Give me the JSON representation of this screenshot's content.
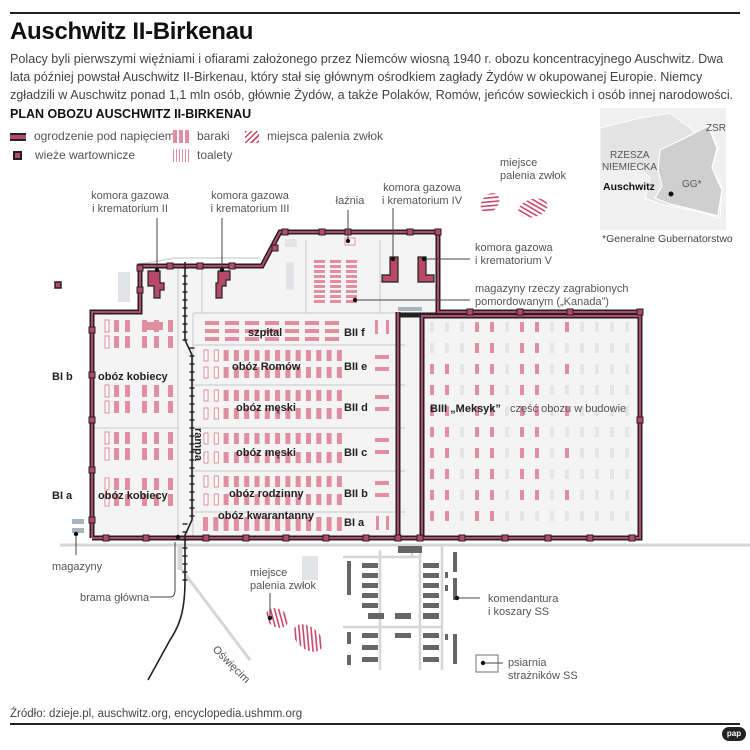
{
  "title": "Auschwitz II-Birkenau",
  "lead": "Polacy byli pierwszymi więźniami i ofiarami założonego przez Niemców wiosną 1940 r. obozu koncentracyjnego Auschwitz. Dwa lata później powstał Auschwitz II-Birkenau, który stał się głównym ośrodkiem zagłady Żydów w okupowanej Europie. Niemcy zgładzili w Auschwitz ponad 1,1 mln osób, głównie Żydów, a także Polaków, Romów, jeńców sowieckich i osób innej narodowości.",
  "plan_title": "PLAN OBOZU AUSCHWITZ II-BIRKENAU",
  "legend": {
    "fence": "ogrodzenie pod napięciem",
    "towers": "wieże wartownicze",
    "barracks": "baraki",
    "toilets": "toalety",
    "burning": "miejsca palenia zwłok"
  },
  "colors": {
    "barrack": "#e08ea0",
    "fence_inner": "#b8496b",
    "fence_outer": "#222222",
    "ground": "#f3f3f3",
    "road": "#d0d0d0",
    "ss_building": "#666666"
  },
  "inset": {
    "zsrs": "ZSRS",
    "rzesza_1": "RZESZA",
    "rzesza_2": "NIEMIECKA",
    "gg": "GG*",
    "auschwitz": "Auschwitz",
    "caption": "*Generalne Gubernatorstwo"
  },
  "annotations": {
    "k2_1": "komora gazowa",
    "k2_2": "i krematorium II",
    "k3_1": "komora gazowa",
    "k3_2": "i krematorium III",
    "laznia": "łaźnia",
    "k4_1": "komora gazowa",
    "k4_2": "i krematorium IV",
    "k5_1": "komora gazowa",
    "k5_2": "i krematorium V",
    "kanada_1": "magazyny rzeczy zagrabionych",
    "kanada_2": "pomordowanym („Kanada”)",
    "burn1_1": "miejsce",
    "burn1_2": "palenia zwłok",
    "burn2_1": "miejsce",
    "burn2_2": "palenia zwłok",
    "magazyny": "magazyny",
    "brama": "brama główna",
    "ss_1": "komendantura",
    "ss_2": "i koszary SS",
    "psiarnia_1": "psiarnia",
    "psiarnia_2": "strażników SS",
    "oswiecim": "Oświęcim",
    "rampa": "rampa"
  },
  "sections": {
    "bib": "BI b",
    "bib_name": "obóz kobiecy",
    "bia": "BI a",
    "bia_name": "obóz kobiecy",
    "biif": "BII f",
    "biif_name": "szpital",
    "biie": "BII e",
    "biie_name": "obóz Romów",
    "biid": "BII d",
    "biid_name": "obóz męski",
    "biic": "BII c",
    "biic_name": "obóz męski",
    "biib": "BII b",
    "biib_name": "obóz rodzinny",
    "biia": "BI a",
    "biia_name": "obóz kwarantanny",
    "biii": "BIII „Meksyk”",
    "biii_name": "część obozu w budowie"
  },
  "source": "Źródło: dzieje.pl, auschwitz.org, encyclopedia.ushmm.org",
  "logo": "pap"
}
